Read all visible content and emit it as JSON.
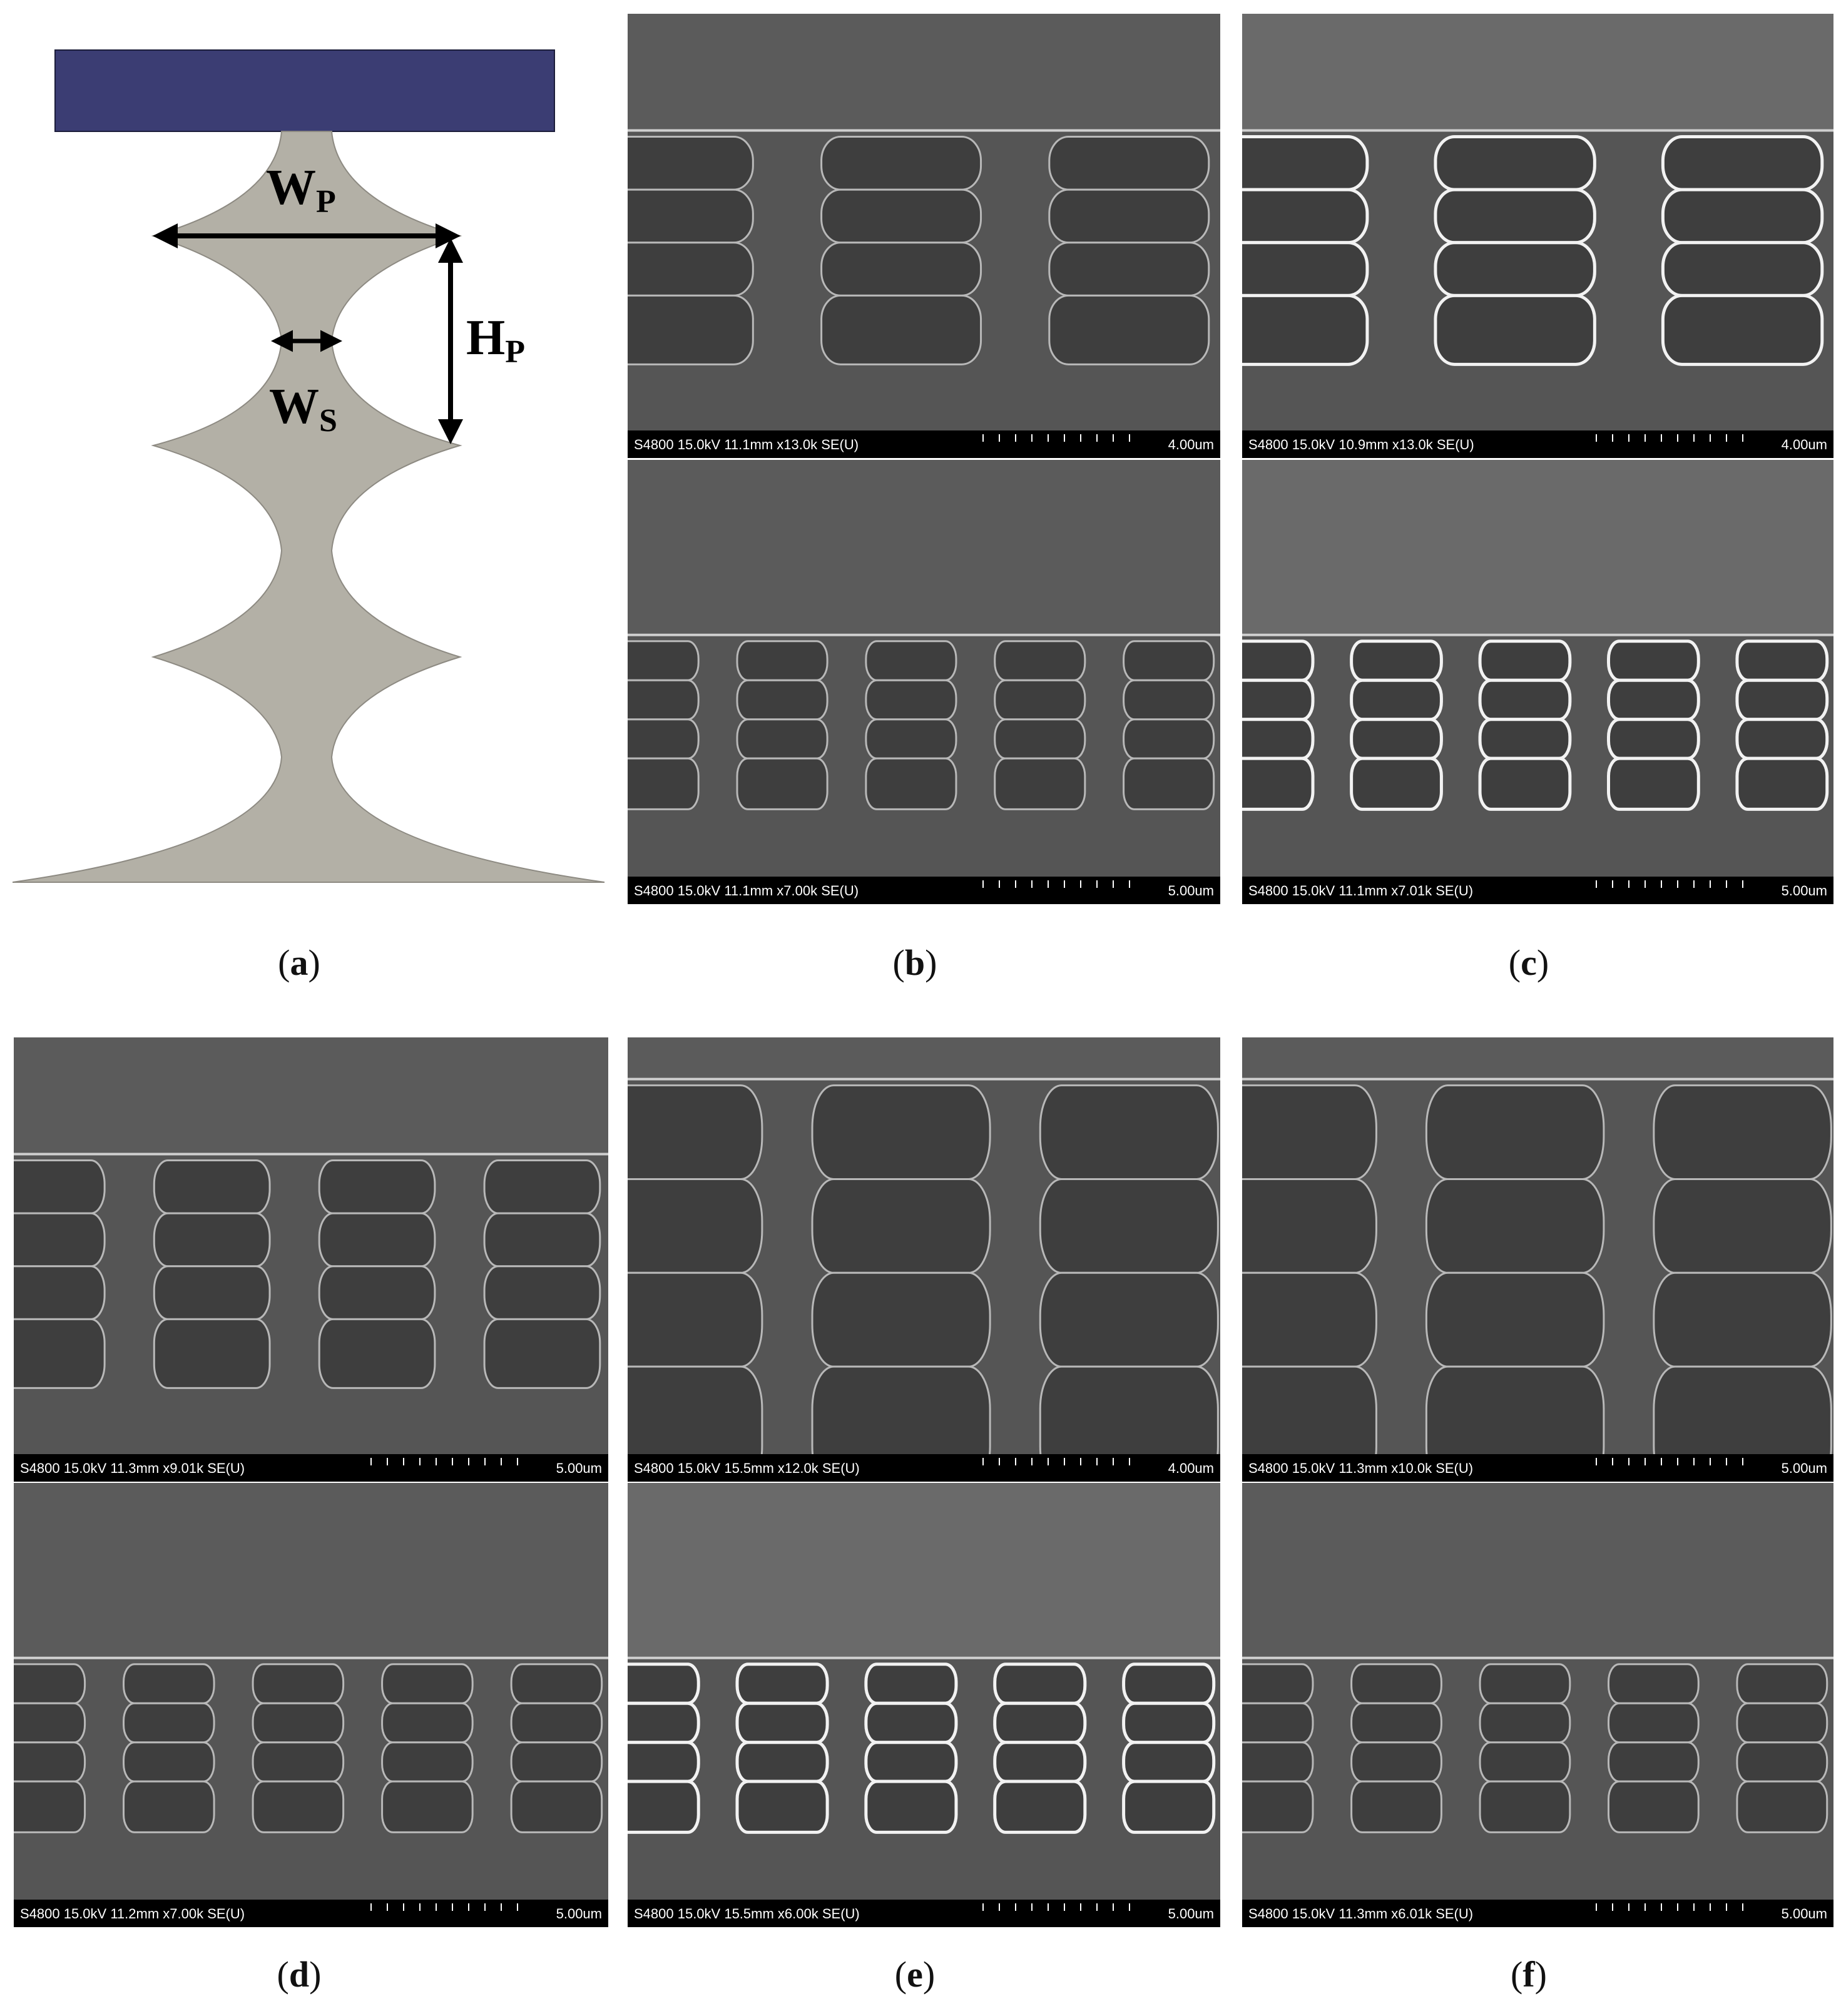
{
  "diagram": {
    "wp_main": "W",
    "wp_sub": "P",
    "hp_main": "H",
    "hp_sub": "P",
    "ws_main": "W",
    "ws_sub": "S",
    "colors": {
      "substrate": "#3b3d73",
      "body": "#b3b0a6",
      "arrow": "#000000"
    }
  },
  "panels": [
    {
      "id": "a",
      "label": "a"
    },
    {
      "id": "b",
      "label": "b"
    },
    {
      "id": "c",
      "label": "c"
    },
    {
      "id": "d",
      "label": "d"
    },
    {
      "id": "e",
      "label": "e"
    },
    {
      "id": "f",
      "label": "f"
    }
  ],
  "micrographs": [
    {
      "id": "b1",
      "meta": "S4800 15.0kV 11.1mm x13.0k SE(U)",
      "scale": "4.00um",
      "style": "normal",
      "count": 3
    },
    {
      "id": "b2",
      "meta": "S4800 15.0kV 11.1mm x7.00k SE(U)",
      "scale": "5.00um",
      "style": "normal",
      "count": 5
    },
    {
      "id": "c1",
      "meta": "S4800 15.0kV 10.9mm x13.0k SE(U)",
      "scale": "4.00um",
      "style": "bright",
      "count": 3
    },
    {
      "id": "c2",
      "meta": "S4800 15.0kV 11.1mm x7.01k SE(U)",
      "scale": "5.00um",
      "style": "bright",
      "count": 5
    },
    {
      "id": "d1",
      "meta": "S4800 15.0kV 11.3mm x9.01k SE(U)",
      "scale": "5.00um",
      "style": "normal",
      "count": 4
    },
    {
      "id": "d2",
      "meta": "S4800 15.0kV 11.2mm x7.00k SE(U)",
      "scale": "5.00um",
      "style": "normal",
      "count": 5
    },
    {
      "id": "e1",
      "meta": "S4800 15.0kV 15.5mm x12.0k SE(U)",
      "scale": "4.00um",
      "style": "large",
      "count": 3
    },
    {
      "id": "e2",
      "meta": "S4800 15.0kV 15.5mm x6.00k SE(U)",
      "scale": "5.00um",
      "style": "bright",
      "count": 5
    },
    {
      "id": "f1",
      "meta": "S4800 15.0kV 11.3mm x10.0k SE(U)",
      "scale": "5.00um",
      "style": "large",
      "count": 3
    },
    {
      "id": "f2",
      "meta": "S4800 15.0kV 11.3mm x6.01k SE(U)",
      "scale": "5.00um",
      "style": "normal",
      "count": 5
    }
  ]
}
